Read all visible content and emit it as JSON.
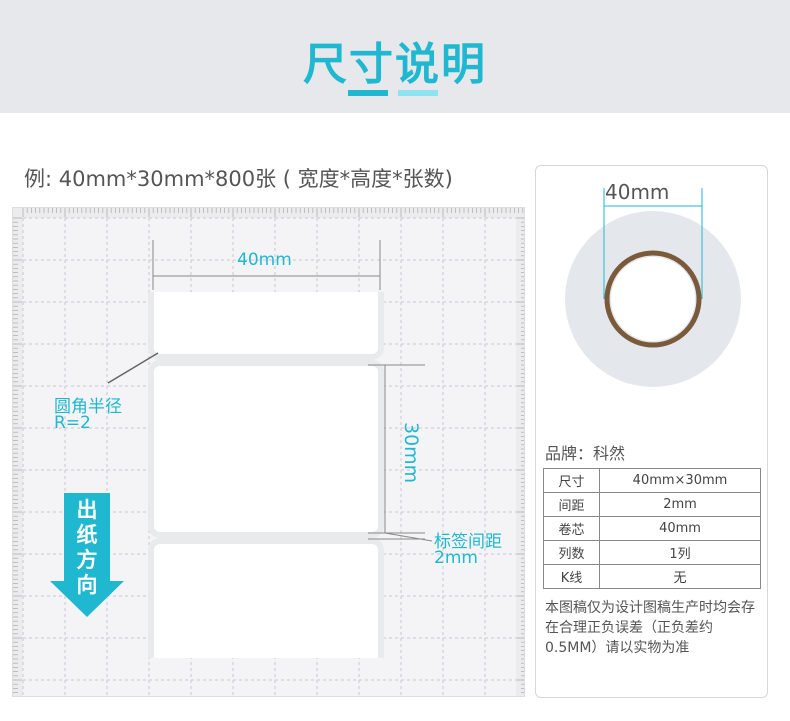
{
  "header": {
    "title": "尺寸说明",
    "accent": "#1fb8d0",
    "accent_light": "#8de3ef"
  },
  "example": "例: 40mm*30mm*800张 ( 宽度*高度*张数)",
  "diagram": {
    "width_label": "40mm",
    "height_label": "30mm",
    "gap_label_1": "标签间距",
    "gap_label_2": "2mm",
    "corner_label_1": "圆角半径",
    "corner_label_2": "R=2",
    "direction": [
      "出",
      "纸",
      "方",
      "向"
    ]
  },
  "core": {
    "core_label": "40mm"
  },
  "brand": "品牌：科然",
  "spec_table": [
    {
      "key": "尺寸",
      "value": "40mm×30mm"
    },
    {
      "key": "间距",
      "value": "2mm"
    },
    {
      "key": "卷芯",
      "value": "40mm"
    },
    {
      "key": "列数",
      "value": "1列"
    },
    {
      "key": "K线",
      "value": "无"
    }
  ],
  "note": "本图稿仅为设计图稿生产时均会存在合理正负误差（正负差约0.5MM）请以实物为准"
}
